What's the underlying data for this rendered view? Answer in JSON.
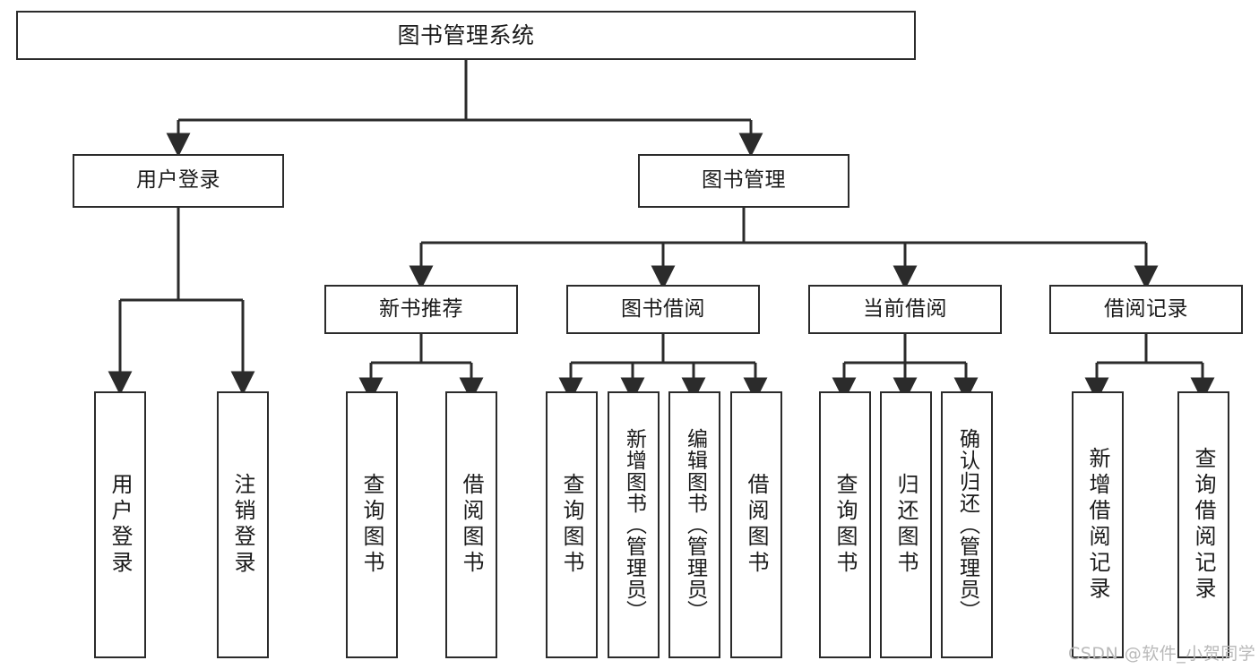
{
  "diagram": {
    "title": "图书管理系统",
    "type": "tree",
    "stroke_color": "#2b2b2b",
    "fill_color": "#ffffff",
    "text_color": "#1a1a1a"
  },
  "nodes": {
    "root": {
      "label": "图书管理系统"
    },
    "level2": [
      {
        "id": "user-login",
        "label": "用户登录"
      },
      {
        "id": "book-manage",
        "label": "图书管理"
      }
    ],
    "level3": [
      {
        "id": "new-book-recommend",
        "label": "新书推荐"
      },
      {
        "id": "book-borrow",
        "label": "图书借阅"
      },
      {
        "id": "current-borrow",
        "label": "当前借阅"
      },
      {
        "id": "borrow-record",
        "label": "借阅记录"
      }
    ],
    "leaves": [
      {
        "id": "leaf-user-login",
        "label": "用户登录",
        "parent": "user-login"
      },
      {
        "id": "leaf-logout-login",
        "label": "注销登录",
        "parent": "user-login"
      },
      {
        "id": "leaf-query-book-1",
        "label": "查询图书",
        "parent": "new-book-recommend"
      },
      {
        "id": "leaf-borrow-book-1",
        "label": "借阅图书",
        "parent": "new-book-recommend"
      },
      {
        "id": "leaf-query-book-2",
        "label": "查询图书",
        "parent": "book-borrow"
      },
      {
        "id": "leaf-add-book",
        "label": "新增图书（管理员）",
        "parent": "book-borrow"
      },
      {
        "id": "leaf-edit-book",
        "label": "编辑图书（管理员）",
        "parent": "book-borrow"
      },
      {
        "id": "leaf-borrow-book-2",
        "label": "借阅图书",
        "parent": "book-borrow"
      },
      {
        "id": "leaf-query-book-3",
        "label": "查询图书",
        "parent": "current-borrow"
      },
      {
        "id": "leaf-return-book",
        "label": "归还图书",
        "parent": "current-borrow"
      },
      {
        "id": "leaf-confirm-return",
        "label": "确认归还（管理员）",
        "parent": "current-borrow"
      },
      {
        "id": "leaf-add-record",
        "label": "新增借阅记录",
        "parent": "borrow-record"
      },
      {
        "id": "leaf-query-record",
        "label": "查询借阅记录",
        "parent": "borrow-record"
      }
    ]
  },
  "watermark": {
    "text": "CSDN @软件_小贺同学"
  }
}
